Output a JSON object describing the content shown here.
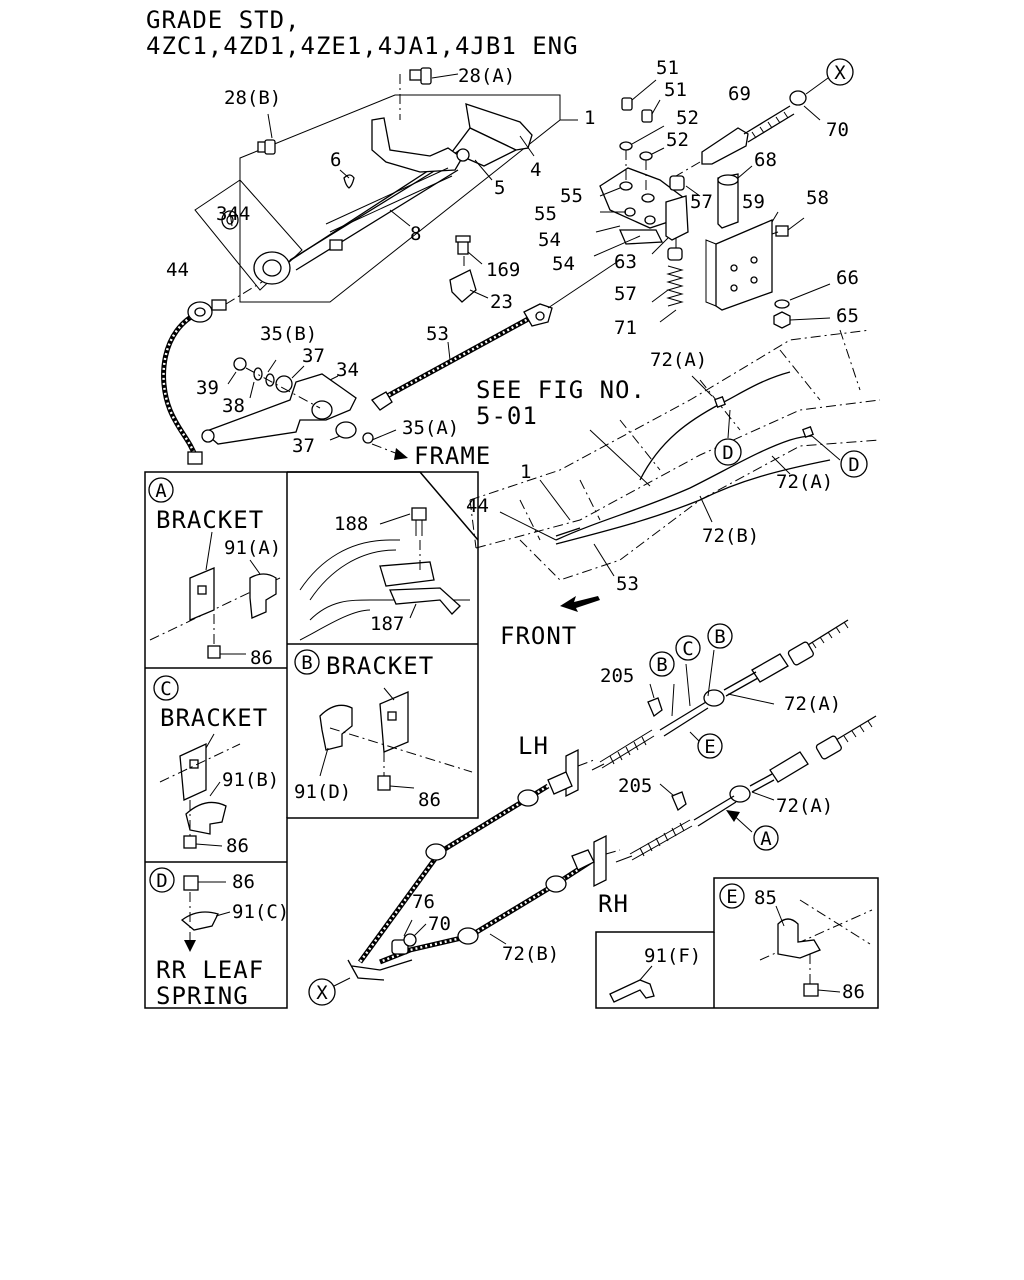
{
  "header": {
    "line1": "GRADE STD,",
    "line2": "4ZC1,4ZD1,4ZE1,4JA1,4JB1 ENG"
  },
  "callouts": {
    "p28a": "28(A)",
    "p28b": "28(B)",
    "p1": "1",
    "p4": "4",
    "p5": "5",
    "p6": "6",
    "p8": "8",
    "p344": "344",
    "p44": "44",
    "p169": "169",
    "p23": "23",
    "p53": "53",
    "p35b": "35(B)",
    "p37a": "37",
    "p34": "34",
    "p39": "39",
    "p38": "38",
    "p37b": "37",
    "p35a": "35(A)",
    "p51a": "51",
    "p51b": "51",
    "p52a": "52",
    "p52b": "52",
    "p69": "69",
    "p70": "70",
    "p55a": "55",
    "p55b": "55",
    "p54a": "54",
    "p54b": "54",
    "p57a": "57",
    "p68": "68",
    "p59": "59",
    "p58": "58",
    "p63": "63",
    "p57b": "57",
    "p66": "66",
    "p65": "65",
    "p71": "71",
    "p72a_1": "72(A)",
    "p72a_2": "72(A)",
    "p72b_1": "72(B)",
    "p1_frame": "1",
    "p44_frame": "44",
    "p53_frame": "53",
    "p188": "188",
    "p187": "187",
    "p91a": "91(A)",
    "p86_a": "86",
    "p91d": "91(D)",
    "p86_b": "86",
    "p91b": "91(B)",
    "p86_c": "86",
    "p86_d": "86",
    "p91c": "91(C)",
    "p205a": "205",
    "p72a_3": "72(A)",
    "p205b": "205",
    "p72a_4": "72(A)",
    "p76": "76",
    "p70b": "70",
    "p72b_2": "72(B)",
    "p91f": "91(F)",
    "p85": "85",
    "p86_e": "86"
  },
  "notes": {
    "frame": "FRAME",
    "see_fig_1": "SEE FIG NO.",
    "see_fig_2": "5-01",
    "front": "FRONT",
    "lh": "LH",
    "rh": "RH"
  },
  "panels": {
    "a": {
      "letter": "A",
      "title": "BRACKET"
    },
    "b": {
      "letter": "B",
      "title": "BRACKET"
    },
    "c": {
      "letter": "C",
      "title": "BRACKET"
    },
    "d": {
      "letter": "D",
      "title_1": "RR LEAF",
      "title_2": "SPRING"
    },
    "e": {
      "letter": "E"
    }
  },
  "markers": {
    "x": "X",
    "a": "A",
    "b": "B",
    "c": "C",
    "d": "D",
    "e": "E"
  }
}
